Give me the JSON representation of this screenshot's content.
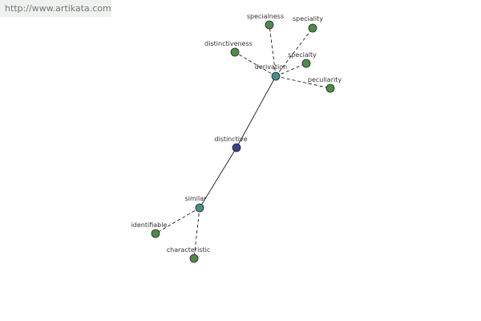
{
  "header": {
    "url": "http://www.artikata.com"
  },
  "colors": {
    "leaf": "#4f8a4a",
    "hub": "#4a8a8a",
    "center": "#3a3f8a",
    "edge": "#000000",
    "link_text": "#6b7d6b"
  },
  "graph": {
    "nodes": [
      {
        "id": "distinctive",
        "label": "distinctive",
        "kind": "center"
      },
      {
        "id": "derivation",
        "label": "derivation",
        "kind": "hub"
      },
      {
        "id": "similar",
        "label": "similar",
        "kind": "hub"
      },
      {
        "id": "specialness",
        "label": "specialness",
        "kind": "leaf"
      },
      {
        "id": "speciality",
        "label": "speciality",
        "kind": "leaf"
      },
      {
        "id": "distinctiveness",
        "label": "distinctiveness",
        "kind": "leaf"
      },
      {
        "id": "specialty",
        "label": "specialty",
        "kind": "leaf"
      },
      {
        "id": "peculiarity",
        "label": "peculiarity",
        "kind": "leaf"
      },
      {
        "id": "identifiable",
        "label": "identifiable",
        "kind": "leaf"
      },
      {
        "id": "characteristic",
        "label": "characteristic",
        "kind": "leaf"
      }
    ],
    "edges": [
      {
        "from": "distinctive",
        "to": "derivation",
        "style": "solid"
      },
      {
        "from": "distinctive",
        "to": "similar",
        "style": "solid"
      },
      {
        "from": "derivation",
        "to": "specialness",
        "style": "dashed"
      },
      {
        "from": "derivation",
        "to": "speciality",
        "style": "dashed"
      },
      {
        "from": "derivation",
        "to": "distinctiveness",
        "style": "dashed"
      },
      {
        "from": "derivation",
        "to": "specialty",
        "style": "dashed"
      },
      {
        "from": "derivation",
        "to": "peculiarity",
        "style": "dashed"
      },
      {
        "from": "similar",
        "to": "identifiable",
        "style": "dashed"
      },
      {
        "from": "similar",
        "to": "characteristic",
        "style": "dashed"
      }
    ]
  }
}
